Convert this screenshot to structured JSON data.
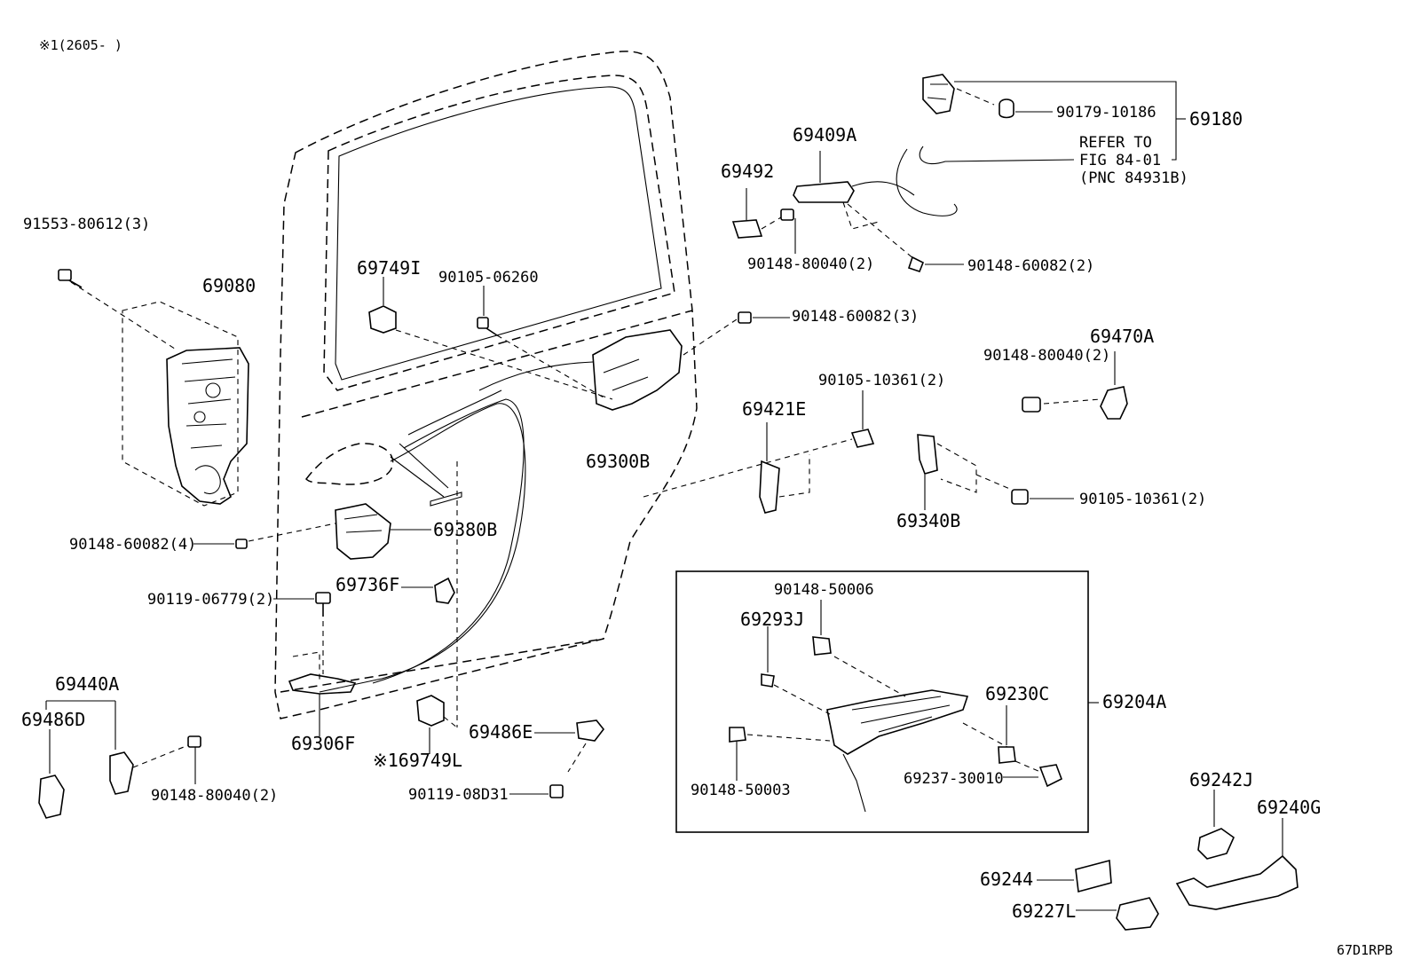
{
  "header": {
    "note": "※1(2605-        )"
  },
  "footer": {
    "code": "67D1RPB"
  },
  "callouts": {
    "p91553": "91553-80612(3)",
    "p69080": "69080",
    "p69749I": "69749I",
    "p90105_06260": "90105-06260",
    "p90148_60082_3": "90148-60082(3)",
    "p69300B": "69300B",
    "p69380B": "69380B",
    "p90148_60082_4": "90148-60082(4)",
    "p69736F": "69736F",
    "p90119_06779": "90119-06779(2)",
    "p69440A": "69440A",
    "p69486D": "69486D",
    "p90148_80040_bl": "90148-80040(2)",
    "p69306F": "69306F",
    "p69749L": "※169749L",
    "p69486E": "69486E",
    "p90119_08D31": "90119-08D31",
    "p69180": "69180",
    "p90179": "90179-10186",
    "refer1": "REFER TO",
    "refer2": "FIG 84-01",
    "refer3": "(PNC 84931B)",
    "p69409A": "69409A",
    "p69492": "69492",
    "p90148_80040_top": "90148-80040(2)",
    "p90148_60082_2": "90148-60082(2)",
    "p69470A": "69470A",
    "p90148_80040_r": "90148-80040(2)",
    "p69421E": "69421E",
    "p90105_10361_a": "90105-10361(2)",
    "p69340B": "69340B",
    "p90105_10361_b": "90105-10361(2)",
    "p90148_50006": "90148-50006",
    "p69293J": "69293J",
    "p69230C": "69230C",
    "p69204A": "69204A",
    "p90148_50003": "90148-50003",
    "p69237": "69237-30010",
    "p69242J": "69242J",
    "p69240G": "69240G",
    "p69244": "69244",
    "p69227L": "69227L"
  }
}
